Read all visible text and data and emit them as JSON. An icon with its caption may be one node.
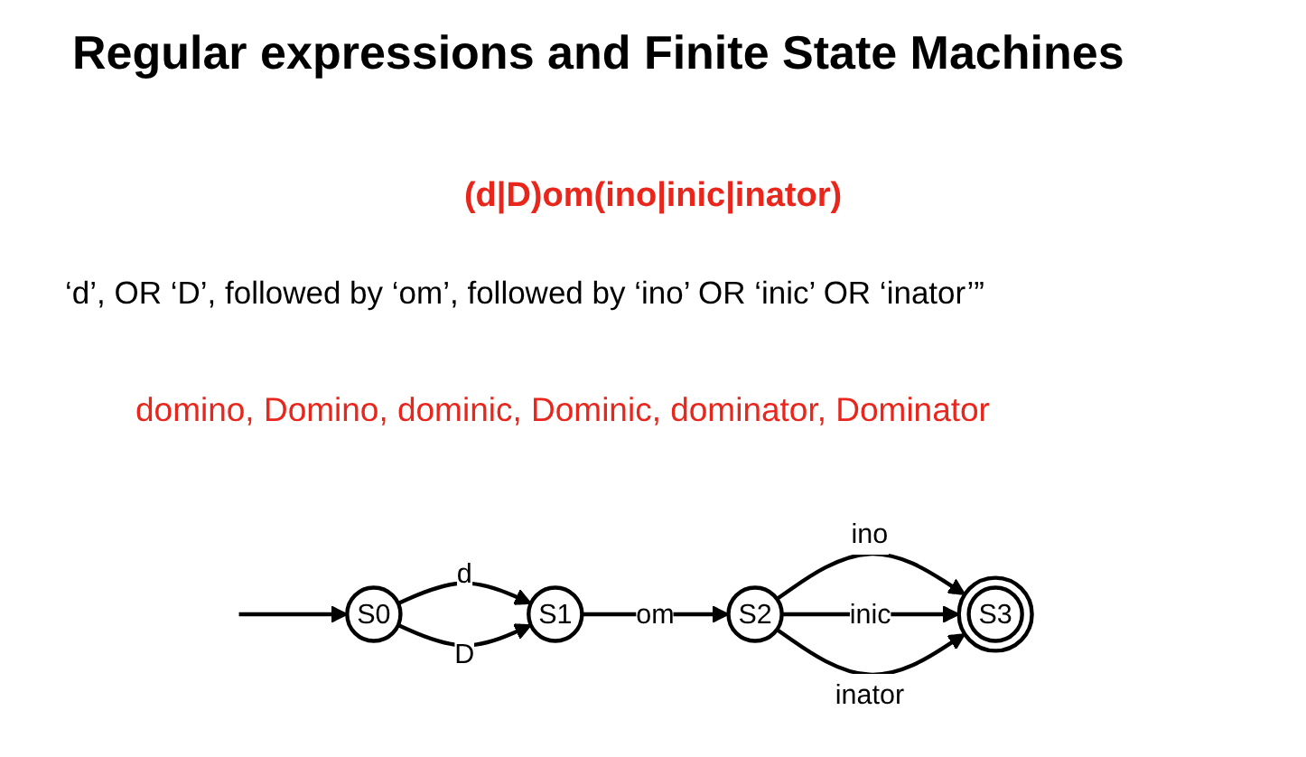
{
  "diagram": {
    "title": "Regular expressions and Finite State Machines",
    "nodes": [
      {
        "text": [
          "S0"
        ]
      },
      {
        "text": [
          "S1"
        ]
      },
      {
        "text": [
          "S2"
        ]
      },
      {
        "text": [
          "S3"
        ]
      }
    ],
    "edges": [
      {
        "from": null,
        "to": 0,
        "arrow": "to"
      },
      {
        "from": 0,
        "to": 1,
        "arrow": "to",
        "label": "d"
      },
      {
        "from": 0,
        "to": 1,
        "arrow": "to",
        "label": "D"
      },
      {
        "from": 1,
        "to": 2,
        "arrow": "to",
        "label": "om"
      },
      {
        "from": 2,
        "to": 3,
        "arrow": "to",
        "label": "ino"
      },
      {
        "from": 2,
        "to": 3,
        "arrow": "to",
        "label": "inic"
      },
      {
        "from": 2,
        "to": 3,
        "arrow": "to",
        "label": "inator"
      }
    ],
    "labels": [
      "(d|D)om(ino|inic|inator)",
      "‘d’, OR ‘D’, followed by ‘om’, followed by ‘ino’ OR ‘inic’ OR ‘inator’”",
      "domino, Domino, dominic, Dominic, dominator, Dominator"
    ]
  }
}
